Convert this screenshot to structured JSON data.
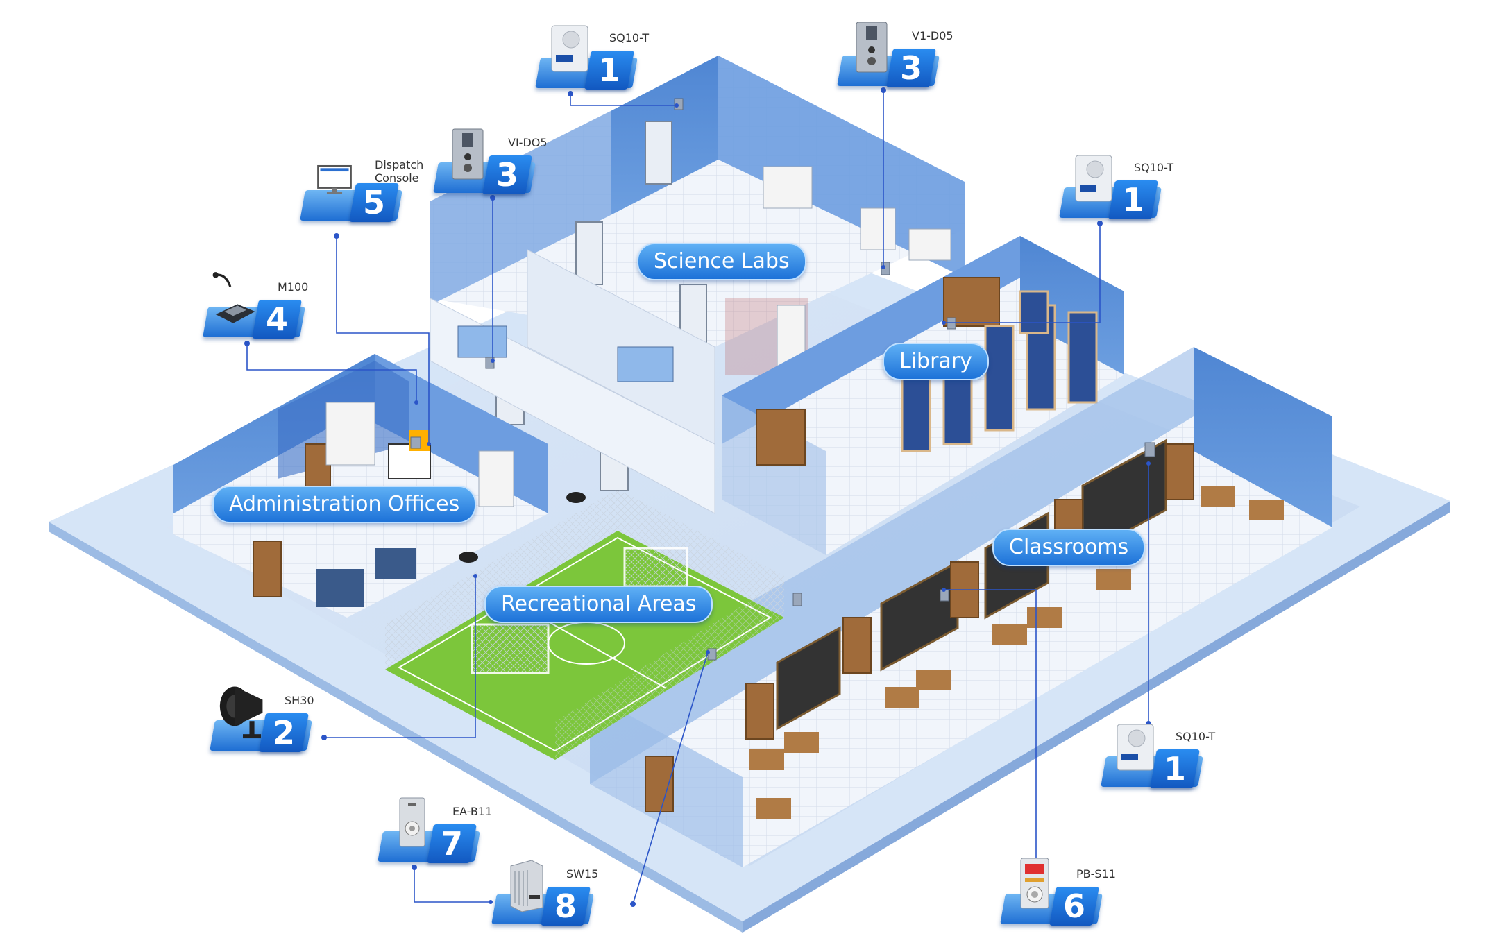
{
  "areas": {
    "science_labs": "Science Labs",
    "library": "Library",
    "administration_offices": "Administration Offices",
    "classrooms": "Classrooms",
    "recreational_areas": "Recreational Areas"
  },
  "devices": [
    {
      "key": "sq10t_top",
      "label": "SQ10-T",
      "number": "1",
      "icon": "intercom-speaker-icon"
    },
    {
      "key": "v1d05_top",
      "label": "V1-D05",
      "number": "3",
      "icon": "door-intercom-icon"
    },
    {
      "key": "vido5",
      "label": "VI-DO5",
      "number": "3",
      "icon": "door-intercom-icon"
    },
    {
      "key": "dispatch",
      "label_line1": "Dispatch",
      "label_line2": "Console",
      "number": "5",
      "icon": "monitor-icon"
    },
    {
      "key": "sq10t_right",
      "label": "SQ10-T",
      "number": "1",
      "icon": "intercom-speaker-icon"
    },
    {
      "key": "m100",
      "label": "M100",
      "number": "4",
      "icon": "paging-microphone-icon"
    },
    {
      "key": "sh30",
      "label": "SH30",
      "number": "2",
      "icon": "horn-speaker-icon"
    },
    {
      "key": "sq10t_bottom",
      "label": "SQ10-T",
      "number": "1",
      "icon": "intercom-speaker-icon"
    },
    {
      "key": "eab11",
      "label": "EA-B11",
      "number": "7",
      "icon": "emergency-button-icon"
    },
    {
      "key": "sw15",
      "label": "SW15",
      "number": "8",
      "icon": "network-switch-icon"
    },
    {
      "key": "pbs11",
      "label": "PB-S11",
      "number": "6",
      "icon": "panic-button-icon"
    }
  ],
  "colors": {
    "floor": "#c5d9f2",
    "wall": "#5b8fd6",
    "connector": "#2b55c8",
    "field": "#7cc63b",
    "label_accent": "#1d72d8"
  }
}
